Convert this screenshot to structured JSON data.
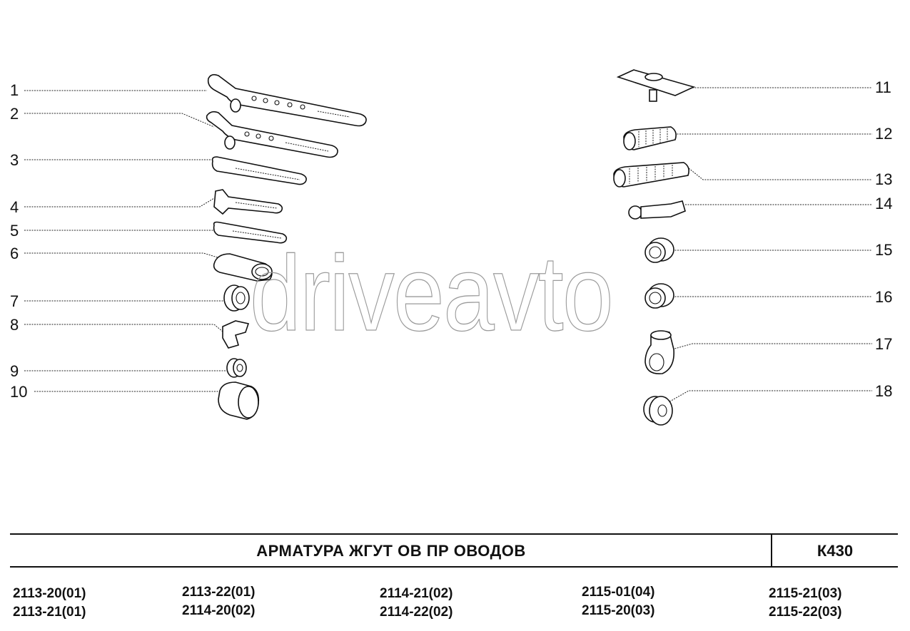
{
  "watermark": "driveavto",
  "title": "АРМАТУРА    ЖГУТ ОВ    ПР ОВОДОВ",
  "code": "К430",
  "part_numbers": [
    "1",
    "2",
    "3",
    "4",
    "5",
    "6",
    "7",
    "8",
    "9",
    "10",
    "11",
    "12",
    "13",
    "14",
    "15",
    "16",
    "17",
    "18"
  ],
  "models": [
    [
      "2113-20(01)",
      "2113-21(01)"
    ],
    [
      "2113-22(01)",
      "2114-20(02)"
    ],
    [
      "2114-21(02)",
      "2114-22(02)"
    ],
    [
      "2115-01(04)",
      "2115-20(03)"
    ],
    [
      "2115-21(03)",
      "2115-22(03)"
    ]
  ]
}
